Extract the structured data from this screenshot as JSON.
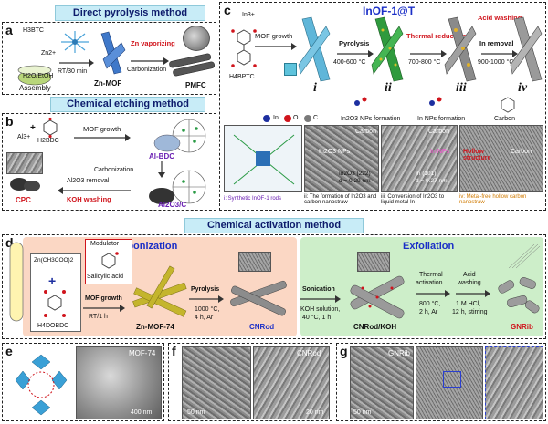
{
  "banners": {
    "direct": "Direct pyrolysis method",
    "etching": "Chemical etching method",
    "activation": "Chemical activation method"
  },
  "panel_a": {
    "letter": "a",
    "ligand": "H3BTC",
    "metal": "Zn2+",
    "solvent": "H2O/EtOH",
    "assembly": "Assembly",
    "step1": "RT/30 min",
    "mof": "Zn-MOF",
    "vapor": "Zn vaporizing",
    "carbonization": "Carbonization",
    "product": "PMFC"
  },
  "panel_b": {
    "letter": "b",
    "metal": "Al3+",
    "ligand": "H2BDC",
    "step1": "MOF growth",
    "mof": "Al-BDC",
    "carbonization": "Carbonization",
    "removal": "Al2O3 removal",
    "washing": "KOH washing",
    "product_left": "CPC",
    "product_right": "Al2O3/C"
  },
  "panel_c": {
    "letter": "c",
    "title": "InOF-1@T",
    "metal": "In3+",
    "ligand": "H4BPTC",
    "step1": "MOF growth",
    "step2": "Pyrolysis",
    "step2_cond": "400-600 °C",
    "step3": "Thermal reduction",
    "step3_cond": "700-800 °C",
    "step4": "Acid washing",
    "step4b": "In removal",
    "step4_cond": "900-1000 °C",
    "stages": [
      "i",
      "ii",
      "iii",
      "iv"
    ],
    "legend": {
      "in": "In",
      "o": "O",
      "c": "C"
    },
    "form1": "In2O3 NPs formation",
    "form2": "In NPs formation",
    "form3": "Carbon",
    "tem_in2o3": "In2O3 NPs",
    "tem_carbon1": "Carbon",
    "tem_plane1": "In2O3 (222)",
    "tem_d1": "d = 0.29 nm",
    "tem_carbon2": "Carbon",
    "tem_in": "In NPs",
    "tem_plane2": "In (101)",
    "tem_d2": "d = 0.27 nm",
    "tem_hollow": "Hollow structure",
    "tem_carbon3": "Carbon",
    "cap_i": "i: Synthetic InOF-1 rods",
    "cap_ii": "ii: The formation of In2O3 and carbon nanostraw",
    "cap_iii": "iii: Conversion of In2O3 to liquid metal In",
    "cap_iv": "iv: Metal-free hollow carbon nanostraw"
  },
  "panel_d": {
    "letter": "d",
    "carbonization": "Carbonization",
    "exfoliation": "Exfoliation",
    "modulator": "Modulator",
    "salicylic": "Salicylic acid",
    "zn_salt": "Zn(CH3COO)2",
    "ligand": "H4DOBDC",
    "step1": "MOF growth",
    "step1_cond": "RT/1 h",
    "mof": "Zn-MOF-74",
    "step2": "Pyrolysis",
    "step2_cond1": "1000 °C,",
    "step2_cond2": "4 h, Ar",
    "cnrod": "CNRod",
    "sonication": "Sonication",
    "koh1": "KOH solution,",
    "koh2": "40 °C, 1 h",
    "cnrod_koh": "CNRod/KOH",
    "thermal": "Thermal",
    "activation": "activation",
    "th_cond1": "800 °C,",
    "th_cond2": "2 h, Ar",
    "acid": "Acid",
    "washing": "washing",
    "acid_cond1": "1 M HCl,",
    "acid_cond2": "12 h, stirring",
    "gnrib": "GNRib"
  },
  "panel_e": {
    "letter": "e",
    "label": "MOF-74",
    "scale": "400 nm"
  },
  "panel_f": {
    "letter": "f",
    "label": "CNRod",
    "scale1": "50 nm",
    "scale2": "20 nm"
  },
  "panel_g": {
    "letter": "g",
    "label": "GNRib",
    "scale1": "50 nm"
  },
  "colors": {
    "banner_bg": "#c8ecf7",
    "banner_text": "#0d1b6b",
    "carbonization_bg": "#fbd7c4",
    "exfoliation_bg": "#cdeec9",
    "rod_blue": "#3f78c9",
    "rod_gray": "#8c8c8c",
    "rod_green": "#2f9a3d",
    "mof74_yellow": "#c4b52c",
    "accent_red": "#d0141c"
  }
}
